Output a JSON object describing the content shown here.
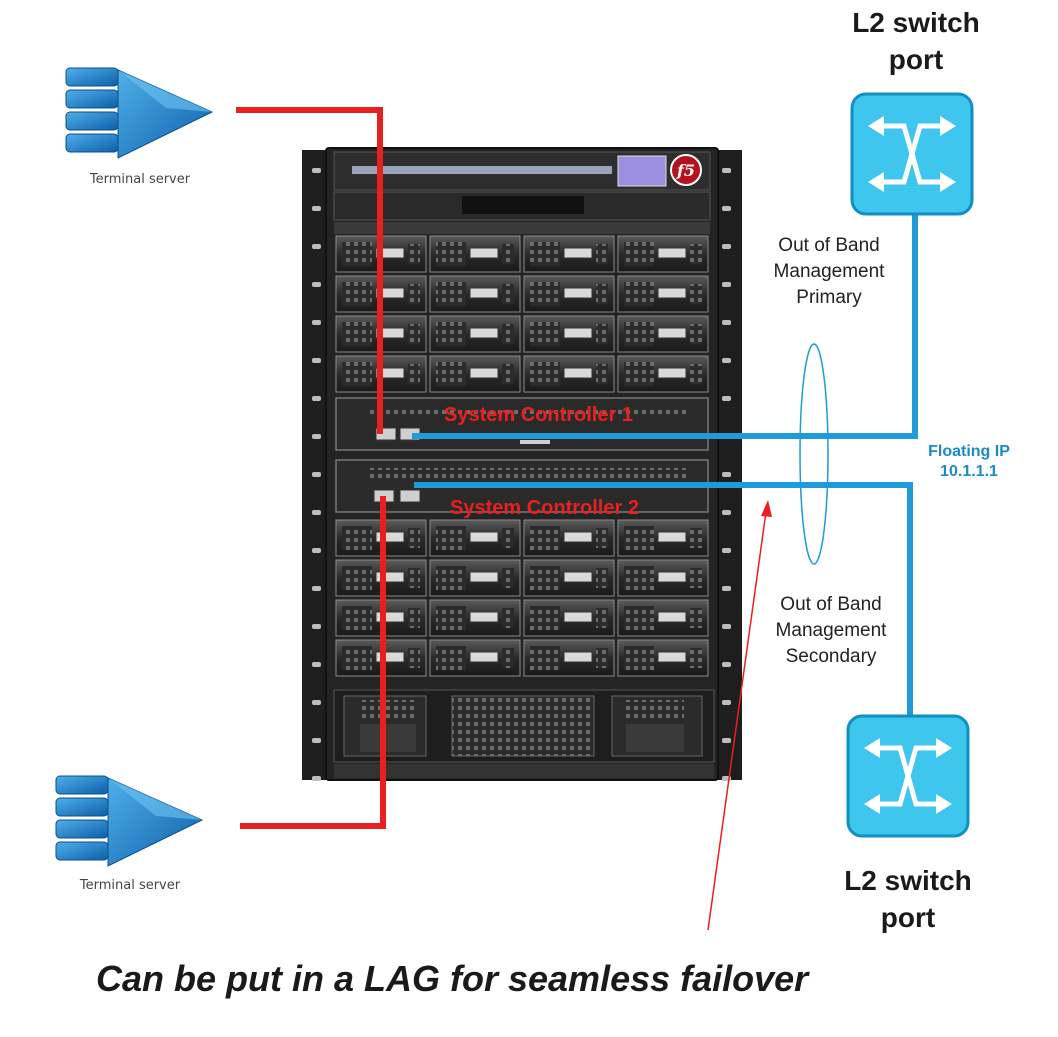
{
  "terminal_servers": [
    {
      "label": "Terminal server"
    },
    {
      "label": "Terminal server"
    }
  ],
  "switches": [
    {
      "label_line1": "L2 switch",
      "label_line2": "port"
    },
    {
      "label_line1": "L2 switch",
      "label_line2": "port"
    }
  ],
  "oob_primary": {
    "line1": "Out of Band",
    "line2": "Management",
    "line3": "Primary"
  },
  "oob_secondary": {
    "line1": "Out of Band",
    "line2": "Management",
    "line3": "Secondary"
  },
  "floating_ip": {
    "line1": "Floating IP",
    "line2": "10.1.1.1"
  },
  "controllers": [
    {
      "label": "System Controller 1"
    },
    {
      "label": "System Controller 2"
    }
  ],
  "caption": "Can be put in a LAG for seamless failover",
  "colors": {
    "console_cable": "#e8201f",
    "mgmt_cable": "#1f9bd7",
    "switch_fill": "#3ec6ef",
    "terminal_icon": "#1a7cc7",
    "pointer_arrow": "#e8201f"
  }
}
